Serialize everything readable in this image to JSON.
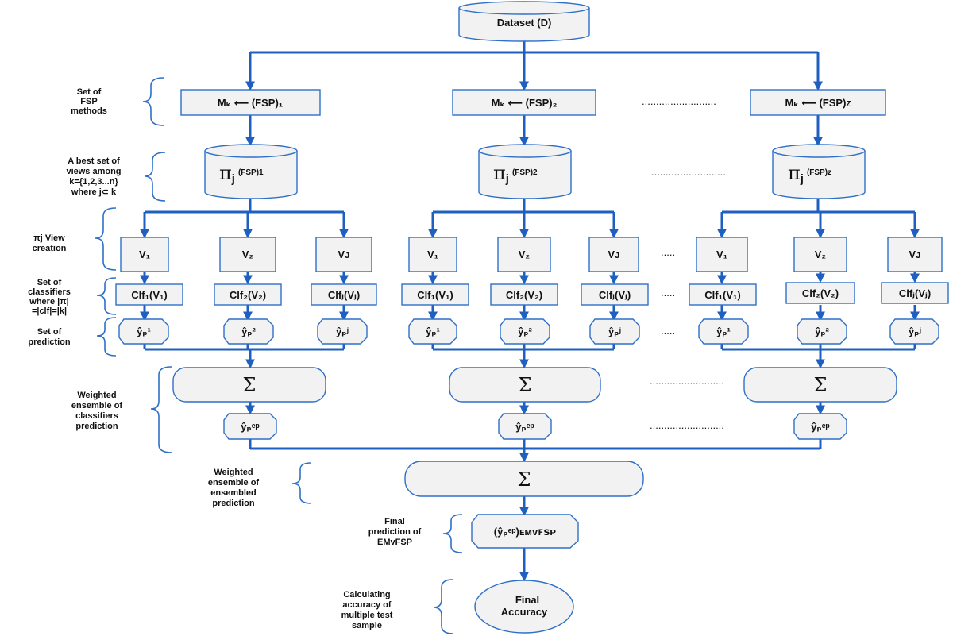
{
  "dataset": "Dataset (D)",
  "fsp": {
    "prefix": "Mₖ ⟵ (FSP)",
    "subs": [
      "₁",
      "₂",
      "Z"
    ]
  },
  "views_cyl": {
    "pi": "π",
    "j": "j",
    "sups": [
      "(FSP)1",
      "(FSP)2",
      "(FSP)z"
    ]
  },
  "view_labels": [
    "V₁",
    "V₂",
    "Vᴊ"
  ],
  "clf_labels_plain": [
    "Clf₁(V₁)",
    "Clf₂(V₂)",
    "Clfⱼ(Vⱼ)"
  ],
  "clf_labels_last": [
    "Clf₁(V₁)",
    "Clf₂(V₂)",
    "Clfⱼ(Vⱼ)"
  ],
  "pred_labels": [
    "ŷₚ¹",
    "ŷₚ²",
    "ŷₚʲ"
  ],
  "sigma": "Σ",
  "ensemble_pred": "ŷₚᵉᵖ",
  "final_pred": "(ŷₚᵉᵖ)ᴇᴍᴠꜰꜱᴘ",
  "final_accuracy": [
    "Final",
    "Accuracy"
  ],
  "dots": {
    "long": "..........................",
    "short": "....."
  },
  "side_labels": {
    "fsp_methods": [
      "Set of",
      "FSP",
      "methods"
    ],
    "best_views": [
      "A best set of",
      "views among",
      "k={1,2,3...n}",
      "where j⊂ k"
    ],
    "view_creation": [
      "πj View",
      "creation"
    ],
    "classifiers": [
      "Set of",
      "classifiers",
      "where |π|",
      "=|clf|=|k|"
    ],
    "prediction": [
      "Set of",
      "prediction"
    ],
    "weighted_classifiers": [
      "Weighted",
      "ensemble of",
      "classifiers",
      "prediction"
    ],
    "weighted_ensembled": [
      "Weighted",
      "ensemble of",
      "ensembled",
      "prediction"
    ],
    "final_prediction": [
      "Final",
      "prediction of",
      "EMvFSP"
    ],
    "accuracy_calc": [
      "Calculating",
      "accuracy of",
      "multiple test",
      "sample"
    ]
  },
  "colors": {
    "flow": "#1f5fbf",
    "node_fill": "#f2f2f2",
    "node_stroke": "#2f6fc8"
  }
}
